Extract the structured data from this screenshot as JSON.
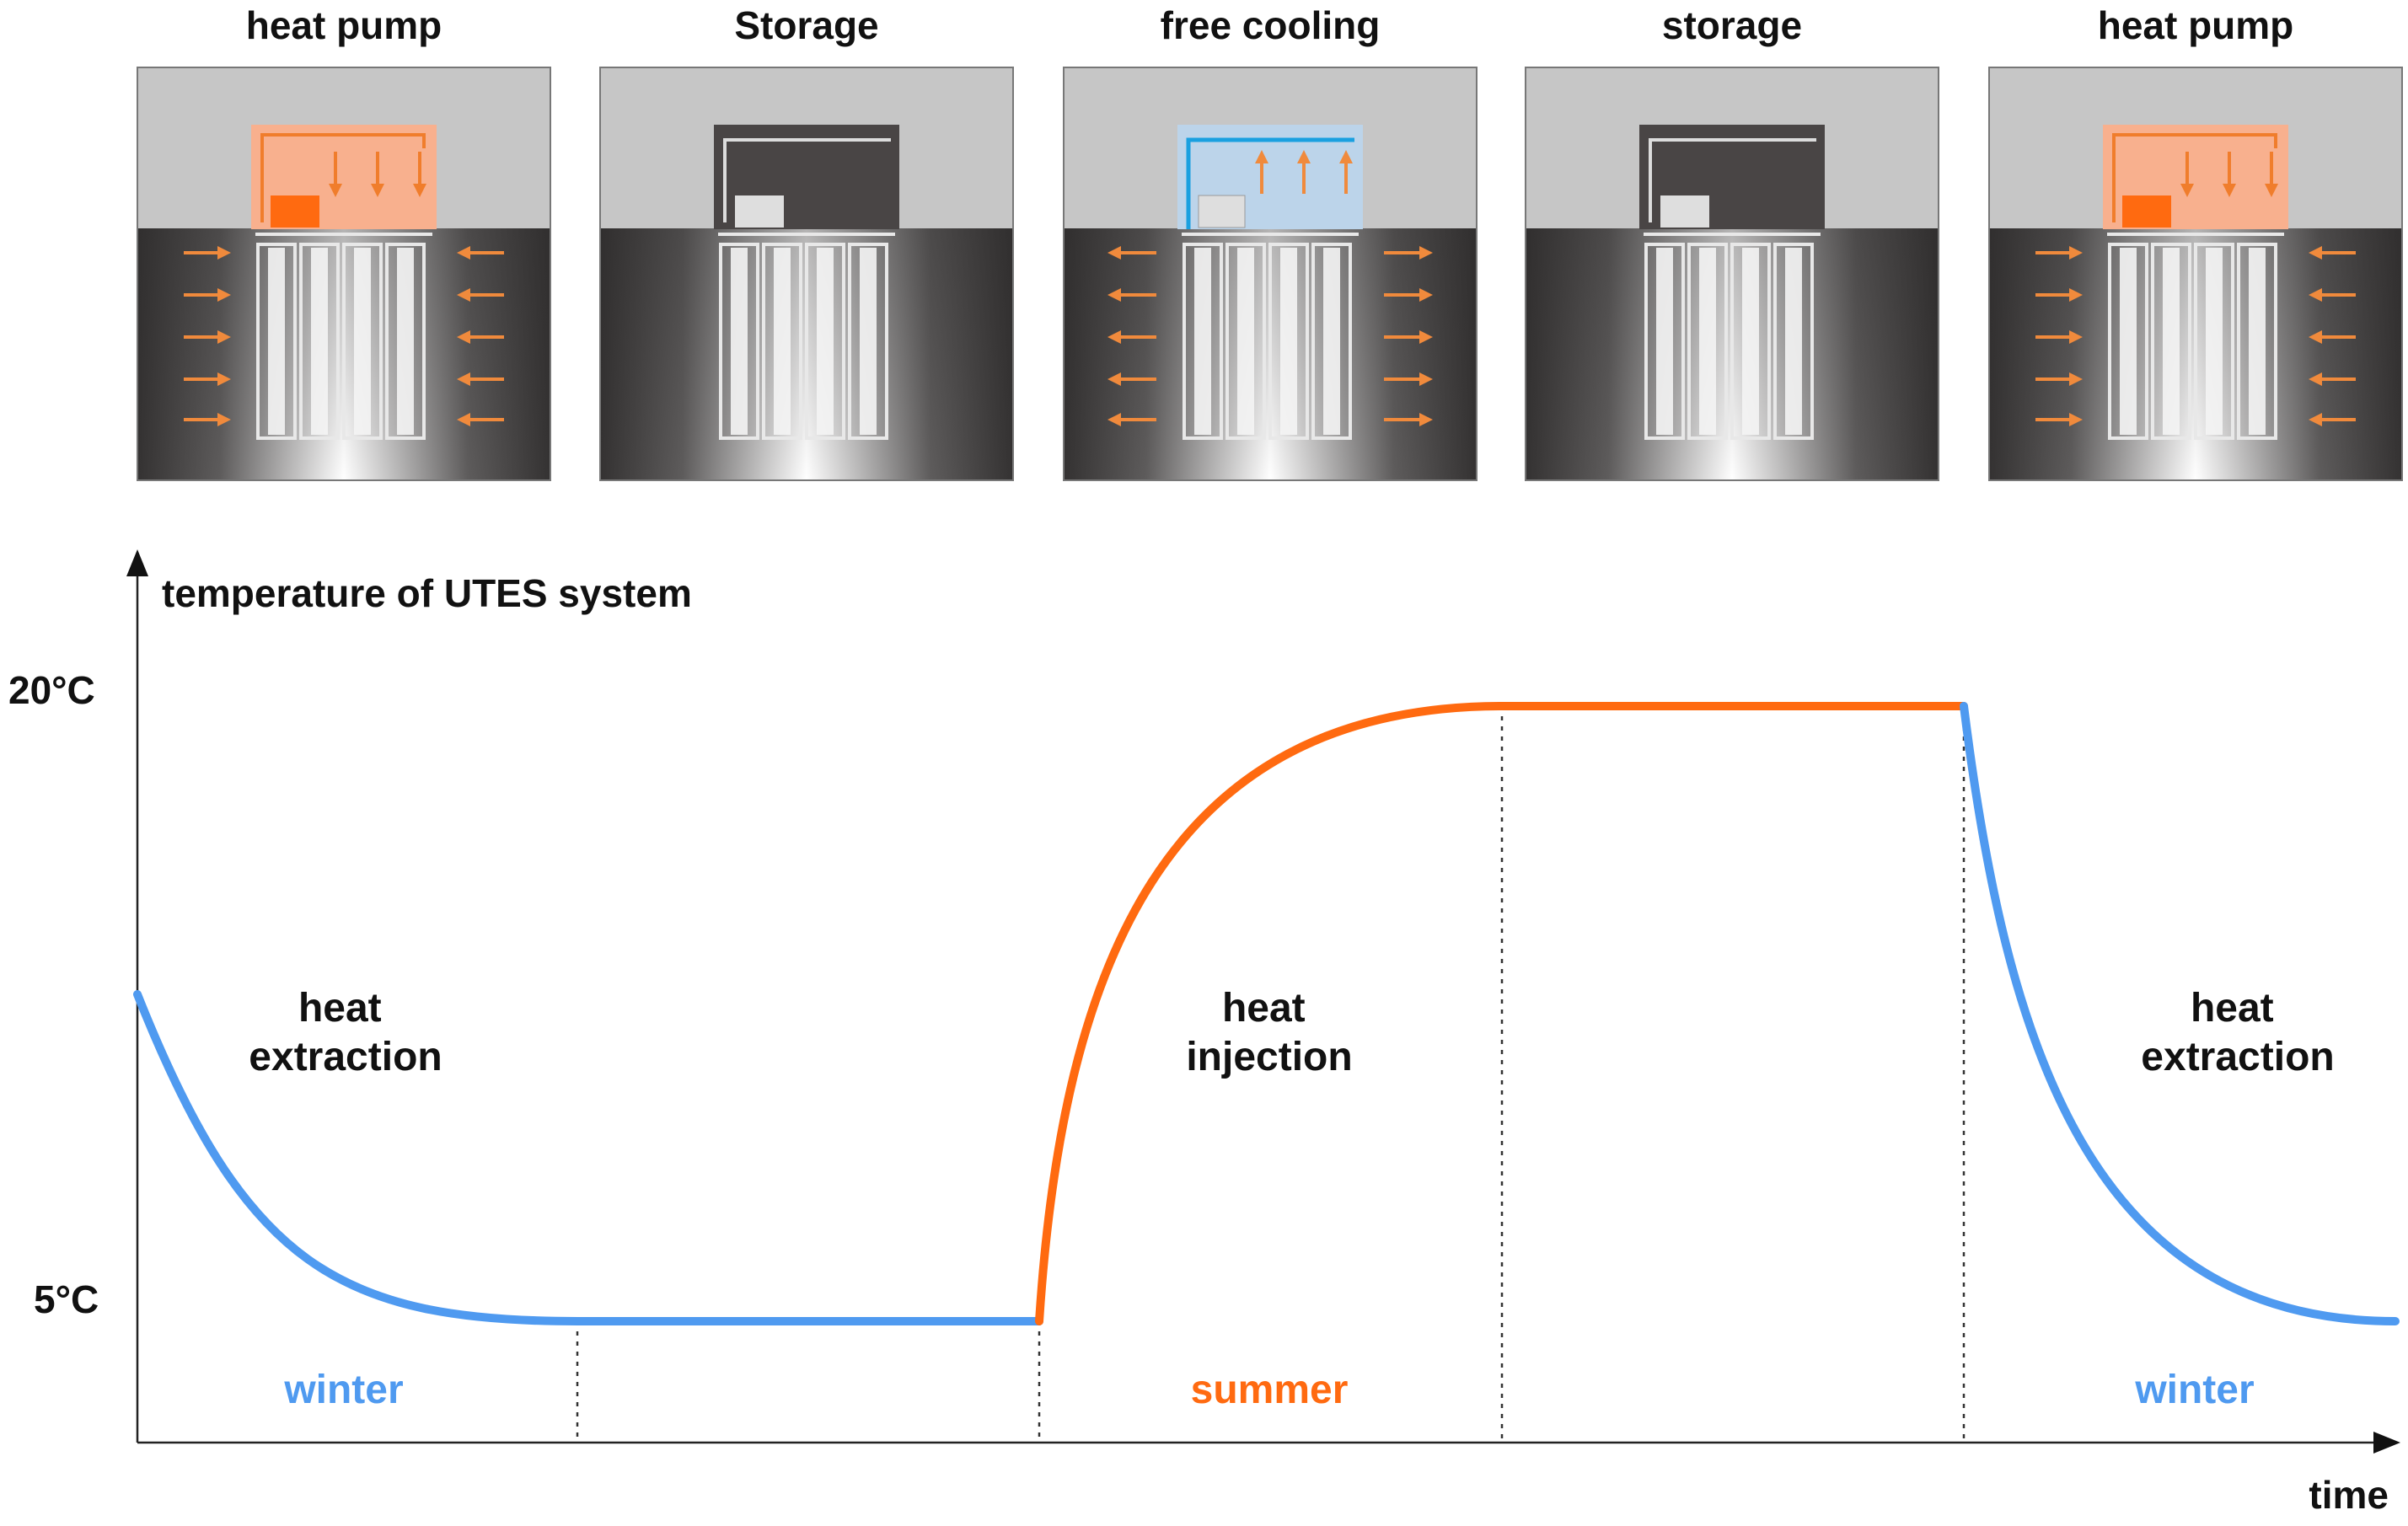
{
  "panels": [
    {
      "title": "heat pump",
      "mode": "heat-pump",
      "arrows": "inward"
    },
    {
      "title": "Storage",
      "mode": "storage",
      "arrows": "none"
    },
    {
      "title": "free cooling",
      "mode": "free-cooling",
      "arrows": "outward"
    },
    {
      "title": "storage",
      "mode": "storage",
      "arrows": "none"
    },
    {
      "title": "heat pump",
      "mode": "heat-pump",
      "arrows": "inward"
    }
  ],
  "chart": {
    "ylabel": "temperature of UTES system",
    "xlabel": "time",
    "y_ticks": [
      "20°C",
      "5°C"
    ],
    "phase_labels": [
      {
        "line1": "heat",
        "line2": "extraction"
      },
      {
        "line1": "heat",
        "line2": "injection"
      },
      {
        "line1": "heat",
        "line2": "extraction"
      }
    ],
    "season_labels": [
      {
        "text": "winter",
        "season": "winter"
      },
      {
        "text": "summer",
        "season": "summer"
      },
      {
        "text": "winter",
        "season": "winter"
      }
    ]
  },
  "colors": {
    "winter": "#4f9af0",
    "summer": "#ff6a10",
    "heat_arrow": "#f08a3c",
    "cooling_line": "#1aa0e0"
  }
}
